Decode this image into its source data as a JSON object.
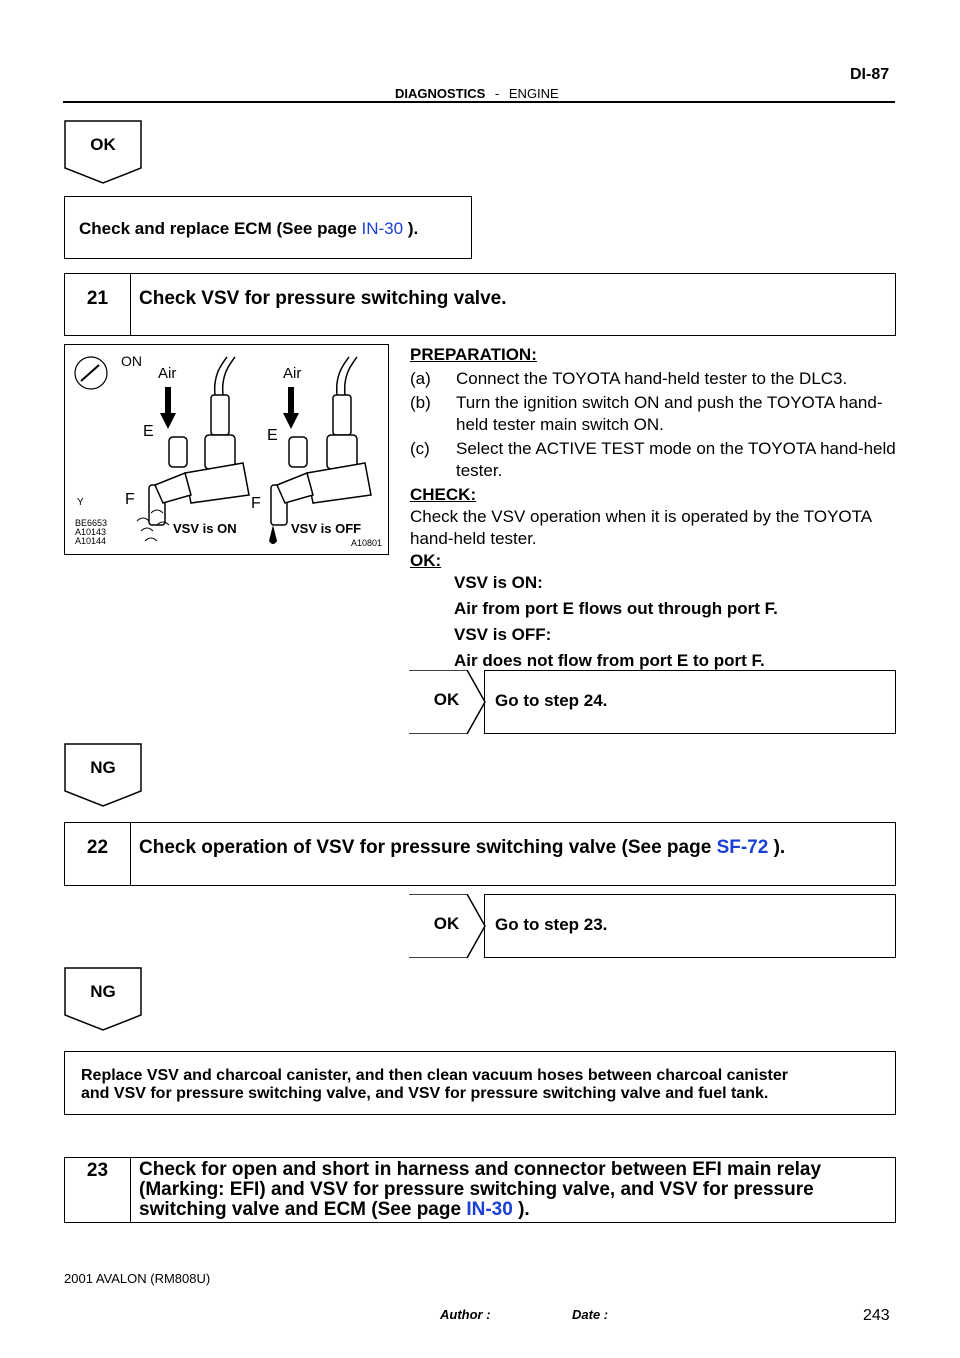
{
  "header": {
    "section": "DIAGNOSTICS",
    "separator": "-",
    "subsection": "ENGINE",
    "page_code": "DI-87"
  },
  "ok_tag_1": "OK",
  "result_box_1": {
    "text": "Check and replace ECM (See page",
    "link": "IN-30",
    "tail": ")."
  },
  "step21": {
    "number": "21",
    "title": "Check VSV for pressure switching valve."
  },
  "figure": {
    "ids": [
      "BE6653",
      "A10143",
      "A10144"
    ],
    "code": "A10801",
    "labels": {
      "on": "ON",
      "air_left": "Air",
      "air_right": "Air",
      "e_left": "E",
      "e_right": "E",
      "f_left": "F",
      "f_right": "F",
      "y": "Y",
      "vsv_on": "VSV is ON",
      "vsv_off": "VSV is OFF"
    }
  },
  "preparation": {
    "heading": "PREPARATION:",
    "items": [
      {
        "key": "(a)",
        "text": "Connect the TOYOTA hand-held tester to the DLC3."
      },
      {
        "key": "(b)",
        "text": "Turn the ignition switch ON and push the TOYOTA hand-held tester main switch ON."
      },
      {
        "key": "(c)",
        "text": "Select the ACTIVE TEST mode on the TOYOTA hand-held tester."
      }
    ],
    "check_heading": "CHECK:",
    "check_text": "Check the VSV operation when it is operated by the TOYOTA hand-held tester.",
    "ok_heading": "OK:",
    "ok_lines": [
      "VSV is ON:",
      "Air from port E flows out through port F.",
      "VSV is OFF:",
      "Air does not flow from port E to port F."
    ]
  },
  "okrow_1": {
    "label": "OK",
    "result": "Go to step 24."
  },
  "ng_tag_1": "NG",
  "step22": {
    "number": "22",
    "title": "Check operation of VSV for pressure switching valve (See page",
    "link": "SF-72",
    "tail": ")."
  },
  "okrow_2": {
    "label": "OK",
    "result": "Go to step 23."
  },
  "ng_tag_2": "NG",
  "result_box_2": {
    "line1": "Replace VSV and charcoal canister, and then clean vacuum hoses between charcoal canister",
    "line2": "and VSV for pressure switching valve, and VSV for pressure switching valve and fuel tank."
  },
  "step23": {
    "number": "23",
    "line1": "Check for open and short in harness and connector between EFI main relay",
    "line2": "(Marking: EFI) and VSV for pressure switching valve, and VSV for pressure",
    "line3": "switching valve and ECM (See page",
    "link": "IN-30",
    "tail": ")."
  },
  "footer": {
    "model": "2001 AVALON   (RM808U)",
    "author_label": "Author :",
    "date_label": "Date :",
    "page_number": "243"
  }
}
